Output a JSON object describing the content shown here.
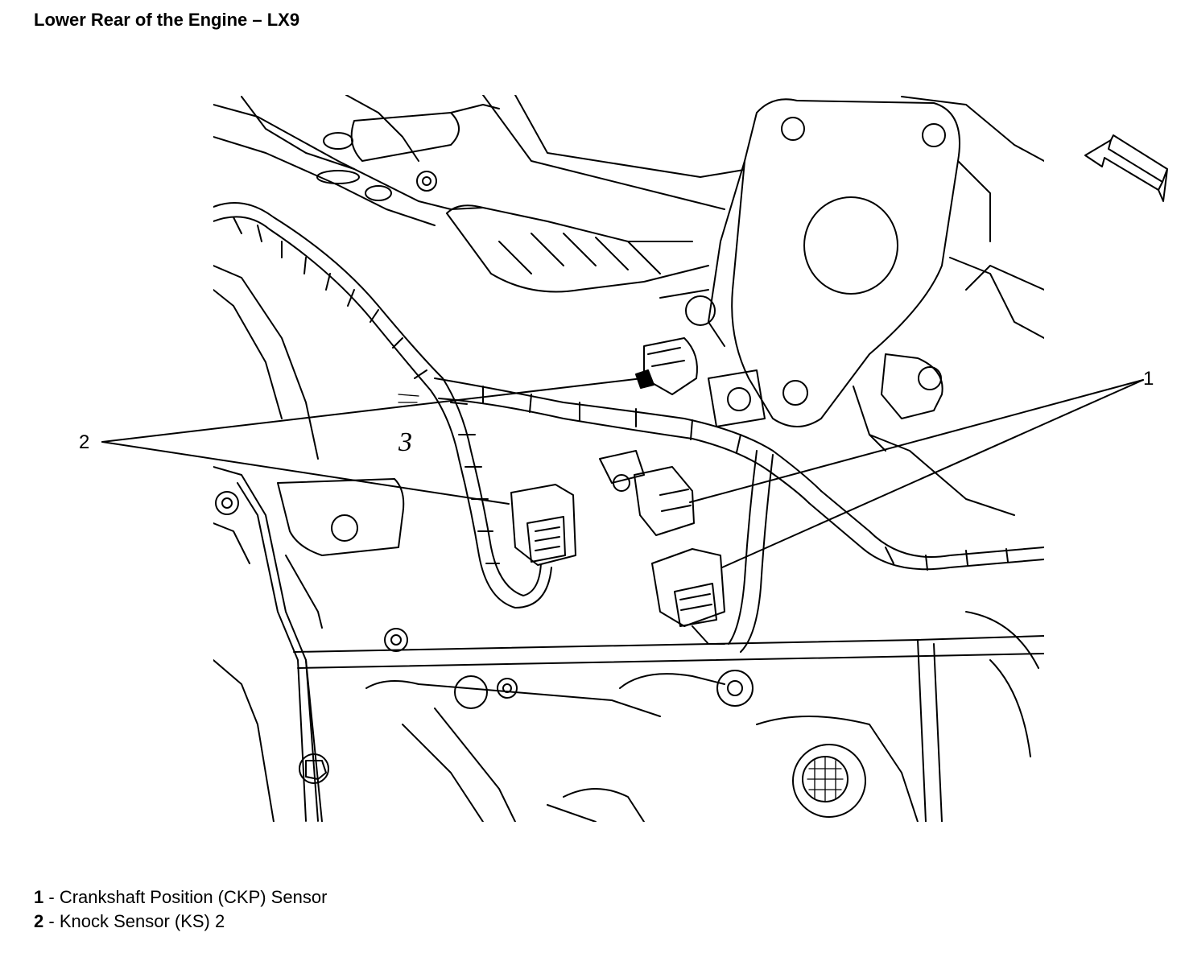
{
  "title": "Lower Rear of the Engine – LX9",
  "callouts": [
    {
      "number": "1",
      "label": "Crankshaft Position (CKP) Sensor"
    },
    {
      "number": "2",
      "label": "Knock Sensor (KS) 2"
    }
  ],
  "legend_separator": " - ",
  "engraved_text": "3",
  "icons": [
    "view-direction-arrow-icon"
  ]
}
